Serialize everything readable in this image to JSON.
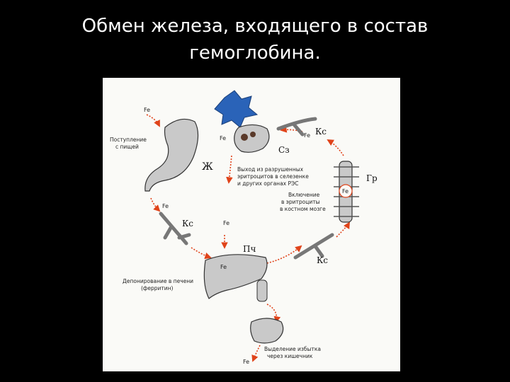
{
  "slide": {
    "title_line1": "Обмен железа, входящего в состав",
    "title_line2": "гемоглобина."
  },
  "diagram": {
    "iron": "Fe",
    "organs": {
      "stomach": "Ж",
      "liver": "Пч",
      "spleen": "Сз",
      "bone_marrow": "Гр",
      "blood": "Кс"
    },
    "captions": {
      "intake_line1": "Поступление",
      "intake_line2": "с пищей",
      "release_line1": "Выход из разрушенных",
      "release_line2": "эритроцитов в селезенке",
      "release_line3": "и других органах РЭС",
      "incorporation_line1": "Включение",
      "incorporation_line2": "в эритроциты",
      "incorporation_line3": "в костном мозге",
      "storage_line1": "Депонирование в печени",
      "storage_line2": "(ферритин)",
      "excretion_line1": "Выделение избытка",
      "excretion_line2": "через кишечник"
    },
    "colors": {
      "arrow": "#e0431a",
      "organ_fill": "#c9c9c9",
      "stroke": "#333333",
      "cells_blue": "#2a63b8"
    }
  }
}
